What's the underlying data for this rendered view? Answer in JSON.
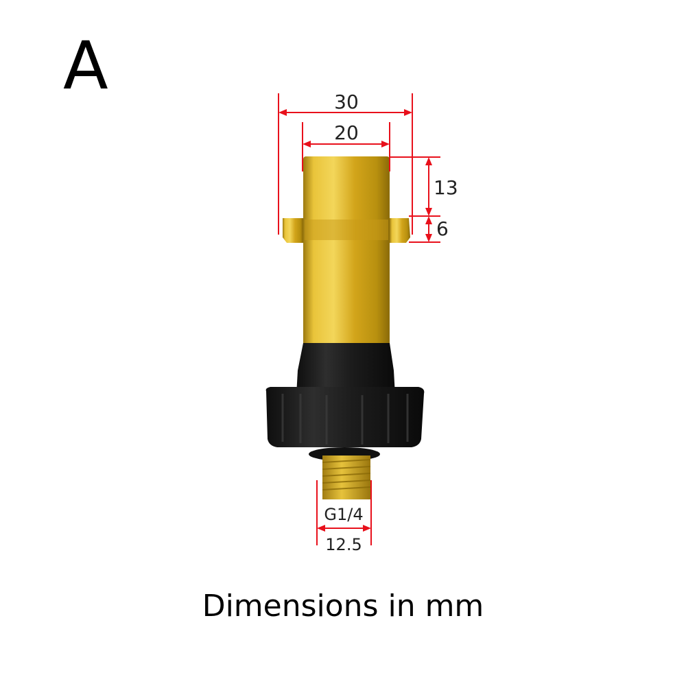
{
  "variant_label": "A",
  "caption": "Dimensions in mm",
  "dimensions": {
    "outer_width": "30",
    "body_width": "20",
    "top_to_lug": "13",
    "lug_thickness": "6",
    "thread_spec": "G1/4",
    "thread_width": "12.5"
  },
  "colors": {
    "dimension_line": "#e8101b",
    "brass": "#d4a81c",
    "nut": "#1c1c1c"
  }
}
